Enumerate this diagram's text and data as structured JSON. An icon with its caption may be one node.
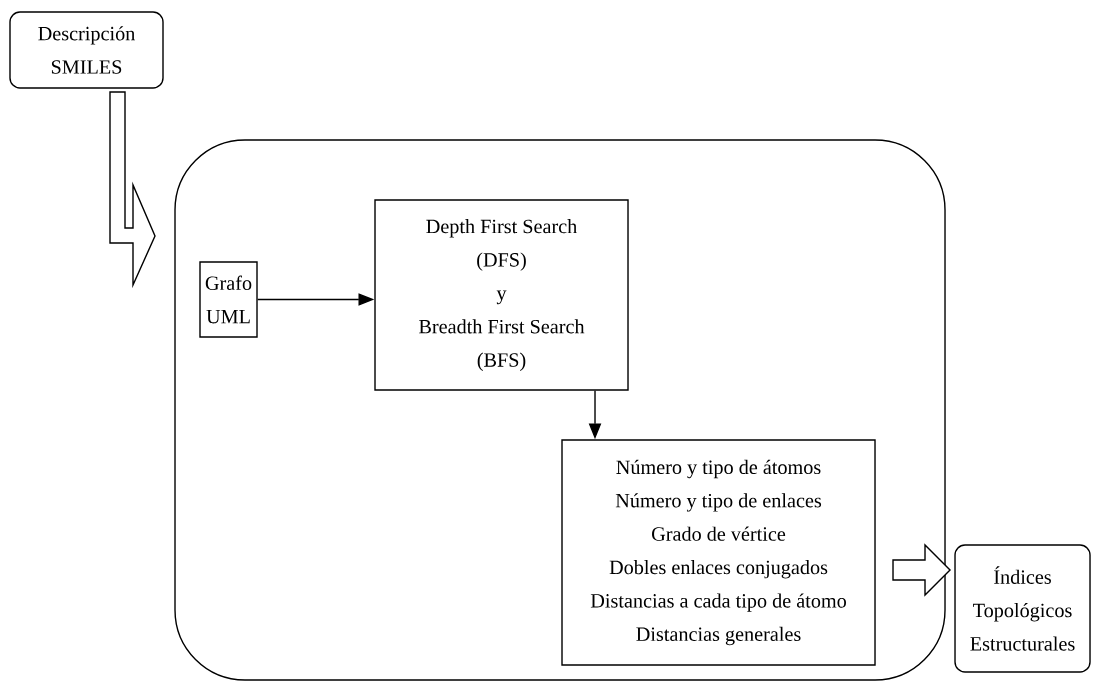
{
  "diagram": {
    "nodes": [
      {
        "text": [
          "Descripción SMILES"
        ]
      },
      {
        "text": [],
        "shape": "box"
      },
      {
        "text": [
          "Grafo UML"
        ],
        "in": 1
      },
      {
        "text": [
          "Depth First Search",
          "(DFS)",
          "y",
          "Breadth First Search",
          "(BFS)"
        ],
        "in": 1
      },
      {
        "text": [
          "Número y tipo de átomos",
          "Número y tipo de enlaces",
          "Grado de vértice",
          "Dobles enlaces conjugados",
          "Distancias a cada tipo de átomo",
          "Distancias generales"
        ],
        "in": 1
      },
      {
        "text": [
          "Índices Topológicos Estructurales"
        ]
      }
    ],
    "edges": [
      {
        "from": 0,
        "to": 1,
        "arrow": "to",
        "style": "thick"
      },
      {
        "from": 2,
        "to": 3,
        "arrow": "to"
      },
      {
        "from": 3,
        "to": 4,
        "arrow": "to"
      },
      {
        "from": 1,
        "to": 5,
        "arrow": "to",
        "style": "thick"
      }
    ]
  }
}
